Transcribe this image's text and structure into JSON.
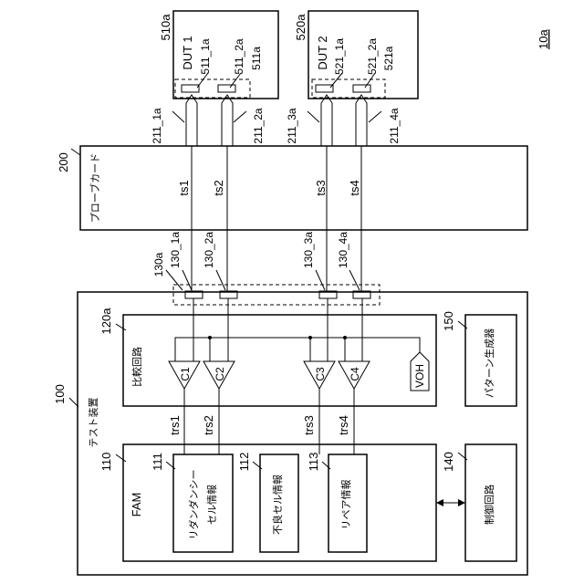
{
  "figure_id": "10a",
  "dut1": {
    "ref": "510a",
    "name": "DUT 1",
    "pad_a": "511_1a",
    "pad_b": "511_2a",
    "pad_group": "511a"
  },
  "dut2": {
    "ref": "520a",
    "name": "DUT 2",
    "pad_a": "521_1a",
    "pad_b": "521_2a",
    "pad_group": "521a"
  },
  "needles": [
    "211_1a",
    "211_2a",
    "211_3a",
    "211_4a"
  ],
  "probe_card": {
    "ref": "200",
    "name": "プローブカード",
    "paths": [
      "ts1",
      "ts2",
      "ts3",
      "ts4"
    ]
  },
  "connectors": {
    "group": "130a",
    "items": [
      "130_1a",
      "130_2a",
      "130_3a",
      "130_4a"
    ]
  },
  "test_device": {
    "ref": "100",
    "name": "テスト装置"
  },
  "compare_circuit": {
    "ref": "120a",
    "name": "比較回路",
    "comparators": [
      "C1",
      "C2",
      "C3",
      "C4"
    ],
    "voh": "VOH"
  },
  "pattern_generator": {
    "ref": "150",
    "name": "パターン生成器"
  },
  "result_lines": [
    "trs1",
    "trs2",
    "trs3",
    "trs4"
  ],
  "fam": {
    "ref": "110",
    "name": "FAM",
    "redundancy": {
      "ref": "111",
      "line1": "リダンダンシー",
      "line2": "セル情報"
    },
    "defect": {
      "ref": "112",
      "name": "不良セル情報"
    },
    "repair": {
      "ref": "113",
      "name": "リペア情報"
    }
  },
  "control_circuit": {
    "ref": "140",
    "name": "制御回路"
  }
}
